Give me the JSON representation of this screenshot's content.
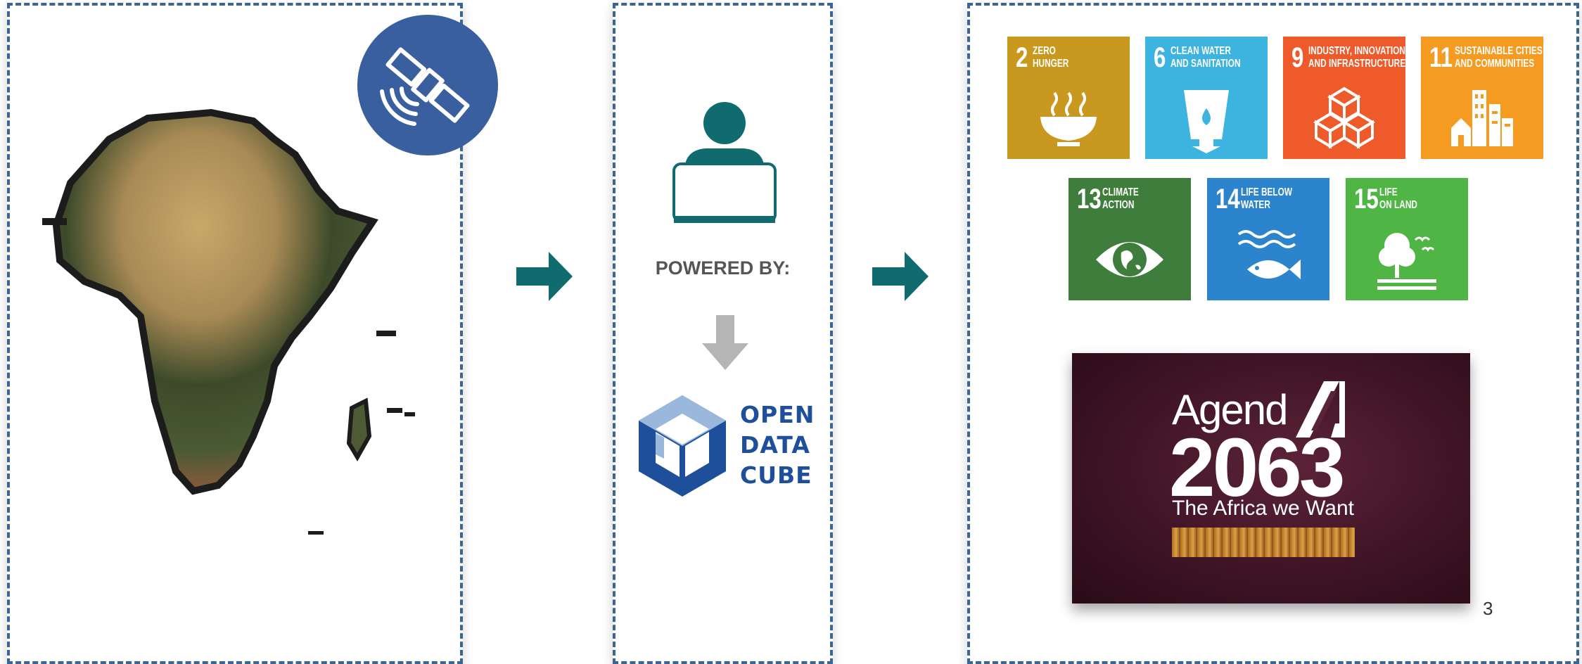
{
  "middle": {
    "powered_by": "POWERED BY:",
    "odc_lines": [
      "OPEN",
      "DATA",
      "CUBE"
    ]
  },
  "sdgs": [
    {
      "number": "2",
      "title": "ZERO\nHUNGER",
      "color": "#c9981e",
      "icon": "bowl-icon"
    },
    {
      "number": "6",
      "title": "CLEAN WATER\nAND SANITATION",
      "color": "#3db3e0",
      "icon": "water-glass-icon"
    },
    {
      "number": "9",
      "title": "INDUSTRY, INNOVATION\nAND INFRASTRUCTURE",
      "color": "#ee5a2a",
      "icon": "cubes-icon"
    },
    {
      "number": "11",
      "title": "SUSTAINABLE CITIES\nAND COMMUNITIES",
      "color": "#f59b22",
      "icon": "city-buildings-icon"
    },
    {
      "number": "13",
      "title": "CLIMATE\nACTION",
      "color": "#3f7d3c",
      "icon": "eye-globe-icon"
    },
    {
      "number": "14",
      "title": "LIFE BELOW\nWATER",
      "color": "#2c84cc",
      "icon": "fish-waves-icon"
    },
    {
      "number": "15",
      "title": "LIFE\nON LAND",
      "color": "#4fb545",
      "icon": "tree-birds-icon"
    }
  ],
  "agenda": {
    "word": "Agend",
    "year": "2063",
    "tagline": "The Africa we Want"
  },
  "page_number": "3",
  "colors": {
    "panel_border": "#3d6591",
    "arrow": "#0f6b6e",
    "satellite_circle": "#3a5f9e",
    "person": "#0f6b6e",
    "odc_blue": "#1e4f9a"
  }
}
